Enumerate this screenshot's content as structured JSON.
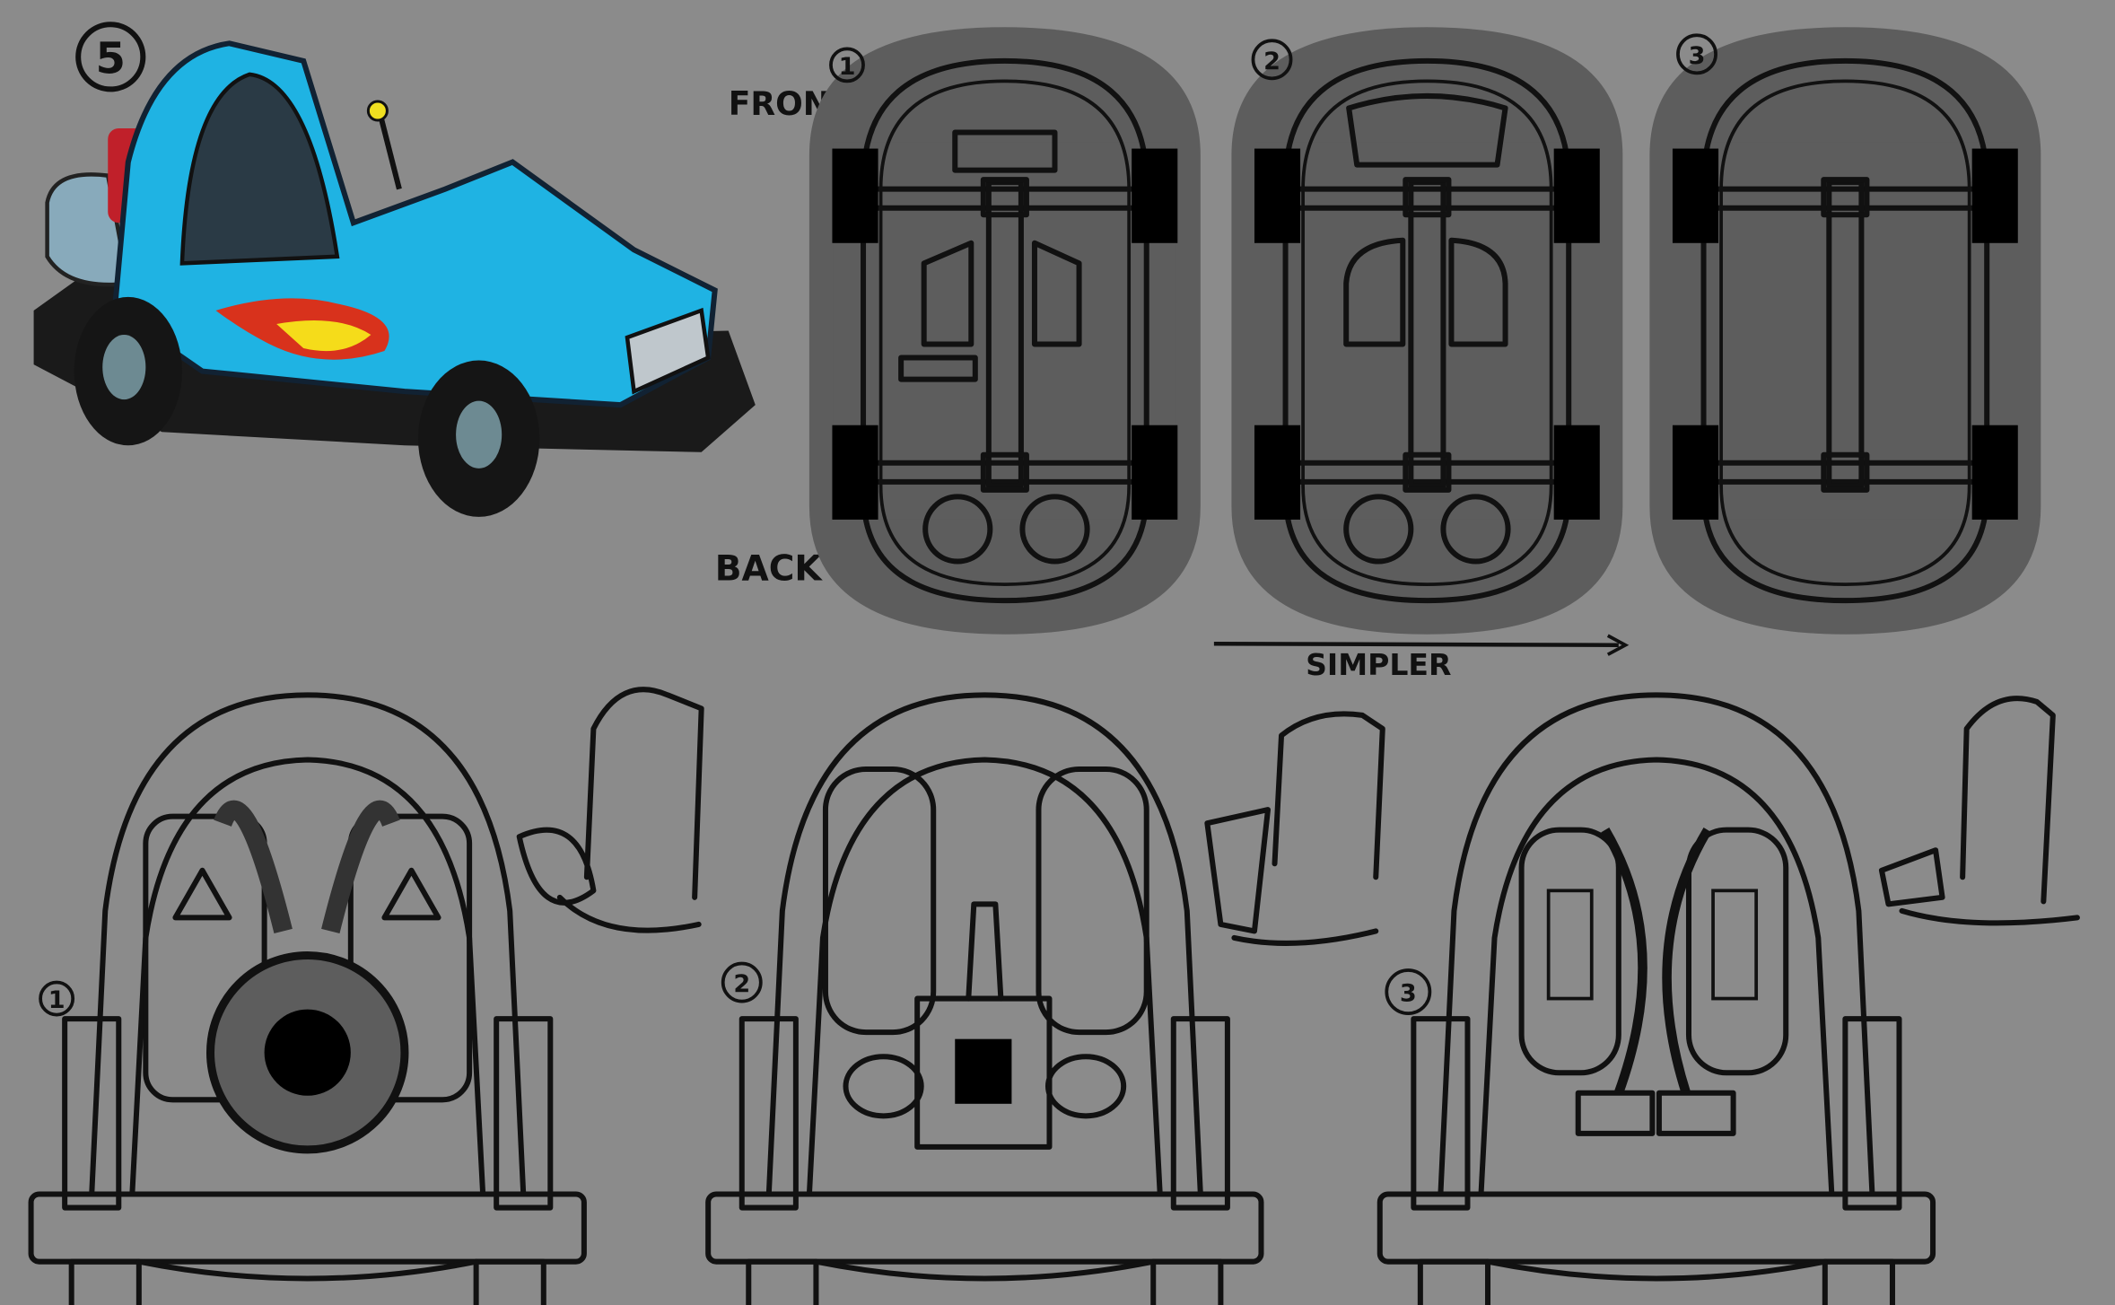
{
  "sheet": {
    "car_number": "5",
    "labels": {
      "front": "FRONT",
      "back": "BACK",
      "simpler": "SIMPLER"
    },
    "top_views": [
      {
        "number": "1"
      },
      {
        "number": "2"
      },
      {
        "number": "3"
      }
    ],
    "rear_views": [
      {
        "number": "1"
      },
      {
        "number": "2"
      },
      {
        "number": "3"
      }
    ]
  },
  "colors": {
    "background": "#8b8b8b",
    "silhouette": "#5d5d5d",
    "body": "#6f6f6f",
    "car_blue": "#1fb3e3",
    "flame_red": "#d8321c",
    "flame_yellow": "#f5dc1a"
  }
}
